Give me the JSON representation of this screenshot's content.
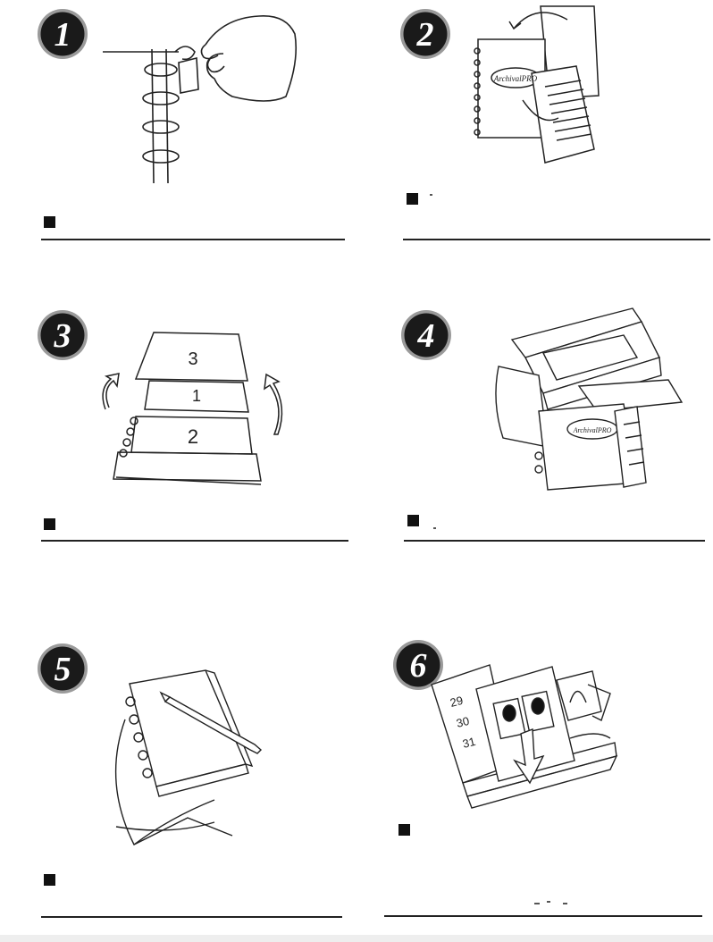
{
  "steps": [
    {
      "number": "1",
      "illustration": "binder-ring-hand-pulling-page"
    },
    {
      "number": "2",
      "illustration": "notebook-pages-insert"
    },
    {
      "number": "3",
      "illustration": "reorder-pages-stack"
    },
    {
      "number": "4",
      "illustration": "scanner-copier-with-notebook"
    },
    {
      "number": "5",
      "illustration": "notebook-with-pen"
    },
    {
      "number": "6",
      "illustration": "calendar-planner-photos"
    }
  ],
  "notebook_logo_text": "ArchivalPRO",
  "calendar_numbers": [
    "29",
    "30",
    "31"
  ],
  "stack_page_numbers": [
    "3",
    "1",
    "2"
  ],
  "colors": {
    "badge_fill": "#1a1a1a",
    "badge_ring": "#9a9a9a",
    "badge_numeral": "#ffffff",
    "rule": "#222222",
    "bullet": "#111111"
  }
}
